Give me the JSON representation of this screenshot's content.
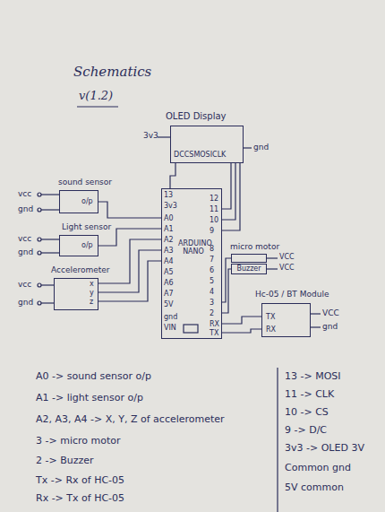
{
  "diagram": {
    "title": "Schematics",
    "nodes": [
      {
        "text": [
          "OLED Display",
          "DCCSMOSICLK"
        ]
      },
      {
        "text": [
          "sound sensor",
          "o/p"
        ]
      },
      {
        "text": [
          "Light sensor",
          "o/p"
        ]
      },
      {
        "text": [
          "Accelerometer",
          "x",
          "y",
          "z"
        ]
      },
      {
        "text": [
          "ARDUINO NANO",
          "13",
          "3v3",
          "A0",
          "A1",
          "A2",
          "A3",
          "A4",
          "A5",
          "A6",
          "A7",
          "5V",
          "gnd",
          "VIN",
          "12",
          "11",
          "10",
          "9",
          "8",
          "7",
          "6",
          "5",
          "4",
          "3",
          "2",
          "RX",
          "TX"
        ]
      },
      {
        "text": [
          "micro motor"
        ]
      },
      {
        "text": [
          "Buzzer"
        ]
      },
      {
        "text": [
          "Hc-05 / BT Module",
          "TX",
          "RX"
        ]
      }
    ],
    "edges": [
      {
        "from": 1,
        "to": 4,
        "arrow": "none"
      },
      {
        "from": 2,
        "to": 4,
        "arrow": "none"
      },
      {
        "from": 3,
        "to": 4,
        "arrow": "none"
      },
      {
        "from": 3,
        "to": 4,
        "arrow": "none"
      },
      {
        "from": 3,
        "to": 4,
        "arrow": "none"
      },
      {
        "from": 0,
        "to": 4,
        "arrow": "none"
      },
      {
        "from": 0,
        "to": 4,
        "arrow": "none"
      },
      {
        "from": 0,
        "to": 4,
        "arrow": "none"
      },
      {
        "from": 0,
        "to": 4,
        "arrow": "none"
      },
      {
        "from": 4,
        "to": 5,
        "arrow": "none"
      },
      {
        "from": 4,
        "to": 6,
        "arrow": "none"
      },
      {
        "from": 4,
        "to": 7,
        "arrow": "none"
      },
      {
        "from": 4,
        "to": 7,
        "arrow": "none"
      }
    ],
    "labels": [
      "v(1.2)",
      "3v3",
      "gnd",
      "vcc",
      "gnd",
      "vcc",
      "gnd",
      "vcc",
      "gnd",
      "VCC",
      "VCC",
      "VCC",
      "gnd",
      "A0 -> sound sensor o/p",
      "A1 -> light sensor o/p",
      "A2, A3, A4 -> X, Y, Z of accelerometer",
      "3 -> micro motor",
      "2 -> Buzzer",
      "Tx -> Rx of HC-05",
      "Rx -> Tx of HC-05",
      "13 -> MOSI",
      "11 -> CLK",
      "10 -> CS",
      "9 -> D/C",
      "3v3 -> OLED 3V",
      "Common gnd",
      "5V common"
    ]
  }
}
